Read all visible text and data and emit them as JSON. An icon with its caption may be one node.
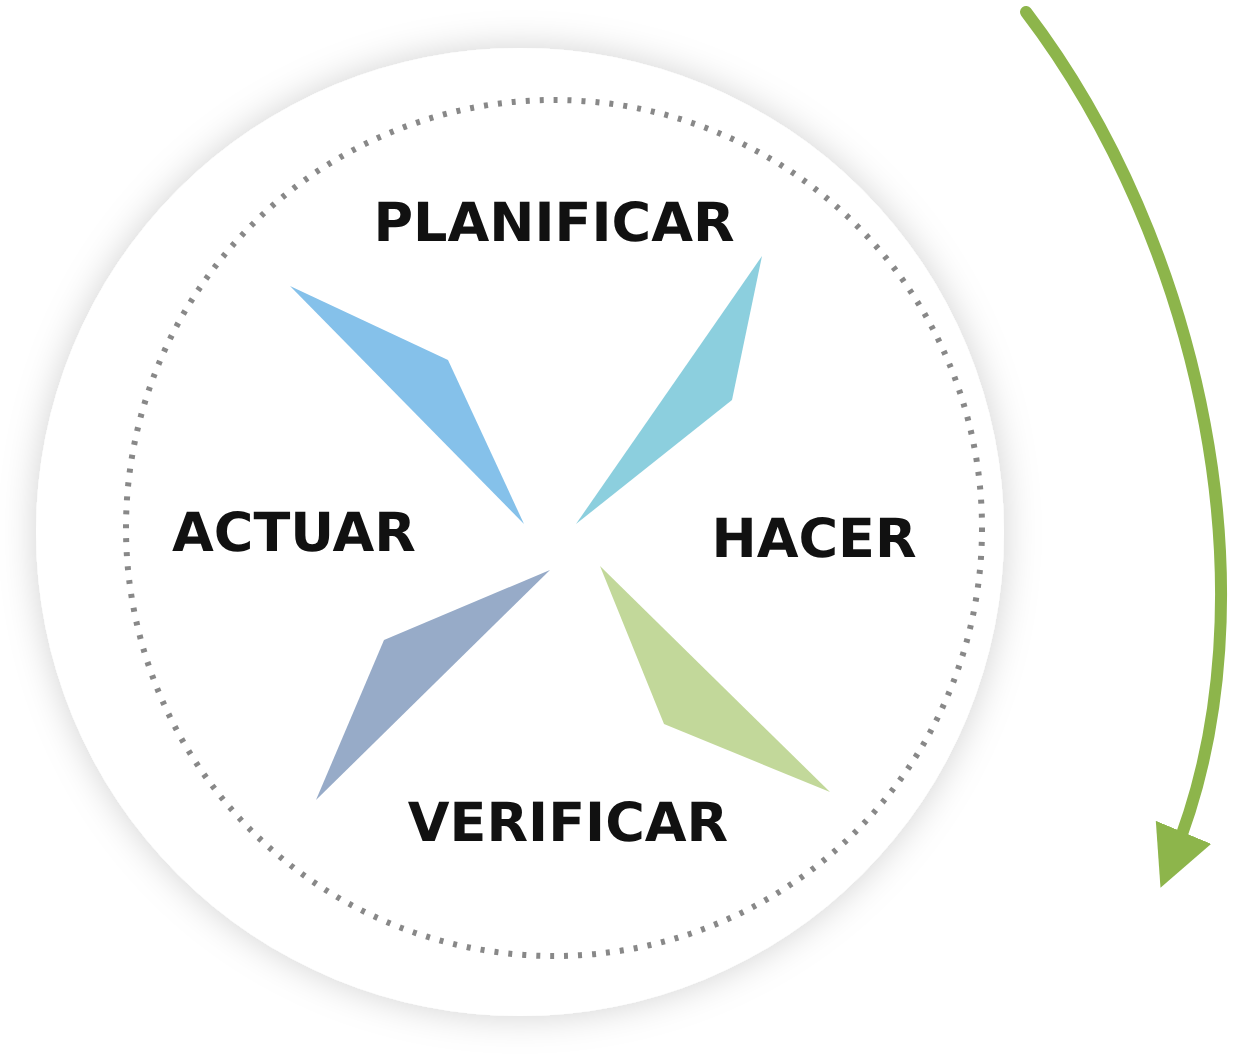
{
  "diagram": {
    "labels": [
      "PLANIFICAR",
      "ACTUAR",
      "HACER",
      "VERIFICAR"
    ]
  }
}
